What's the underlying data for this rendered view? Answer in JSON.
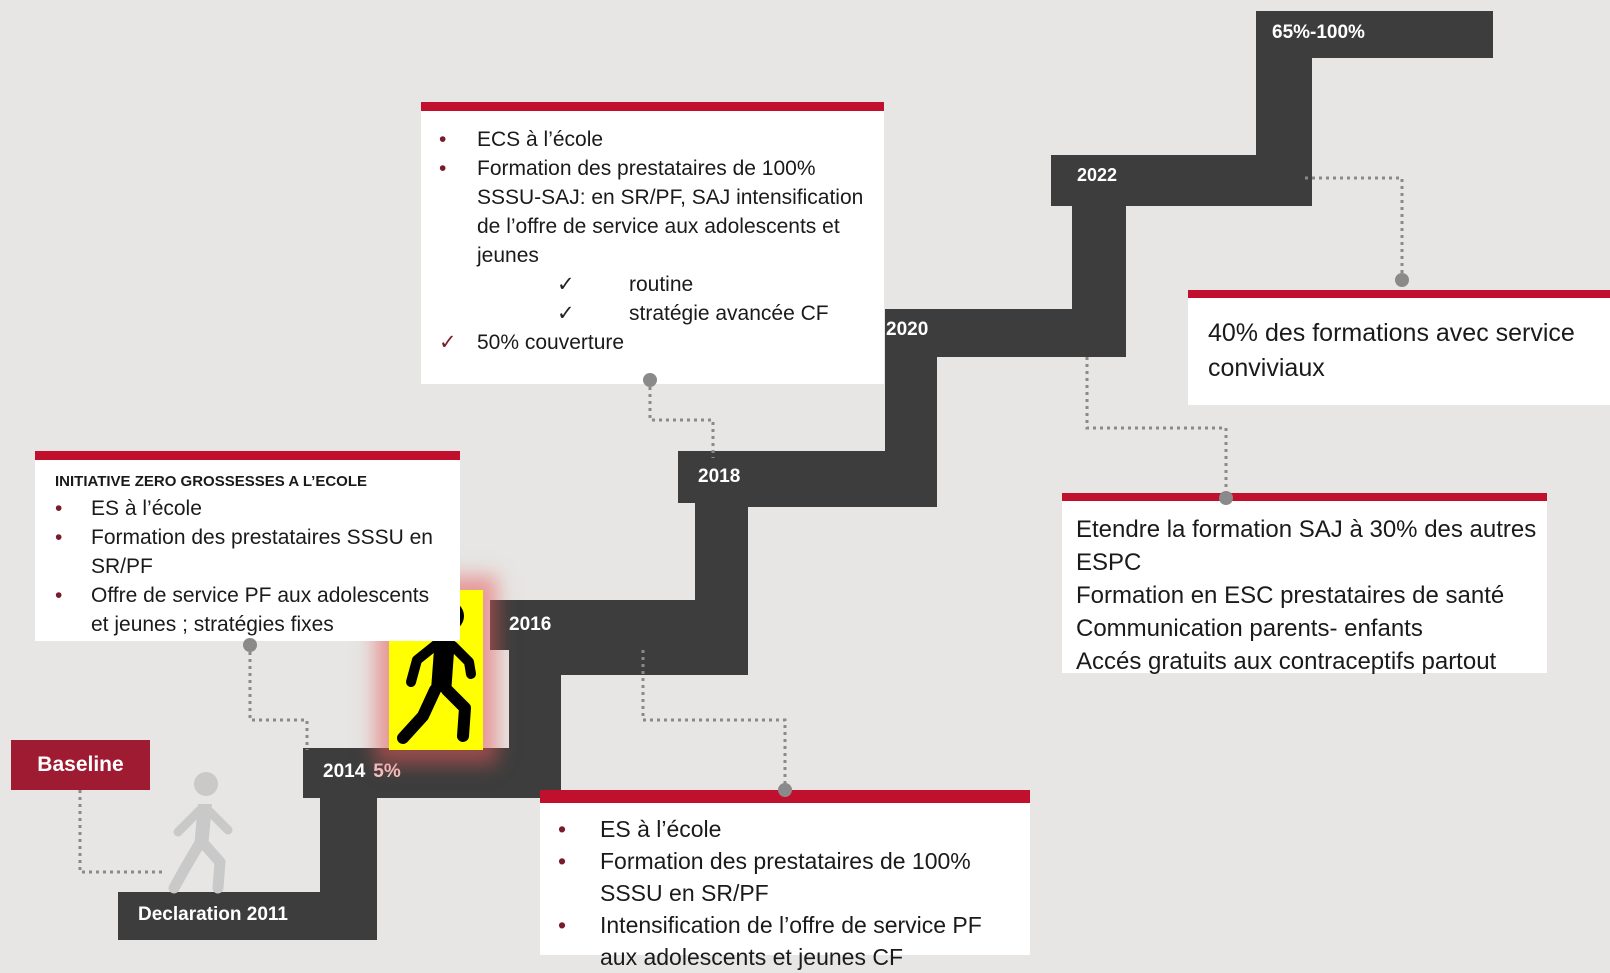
{
  "baseline": {
    "label": "Baseline"
  },
  "steps": [
    {
      "label": "Declaration  2011"
    },
    {
      "label": "2014",
      "pct": "5%"
    },
    {
      "label": "2016"
    },
    {
      "label": "2018"
    },
    {
      "label": "2020"
    },
    {
      "label": "2022"
    },
    {
      "label": "65%-100%"
    }
  ],
  "card_2014": {
    "title": "INITIATIVE ZERO  GROSSESSES A L’ECOLE",
    "items": [
      "ES à l’école",
      "Formation des prestataires  SSSU en SR/PF",
      "Offre de service PF aux adolescents et jeunes ; stratégies  fixes"
    ]
  },
  "card_2016": {
    "items": [
      "ES à l’école",
      "Formation  des prestataires  de 100% SSSU en SR/PF",
      " Intensification  de l’offre de service PF aux adolescents  et jeunes  CF"
    ]
  },
  "card_2018": {
    "items": [
      "ECS à l’école",
      "Formation des prestataires  de 100% SSSU-SAJ: en SR/PF, SAJ intensification de l’offre de service aux adolescents et jeunes"
    ],
    "sub_items": [
      "routine",
      "stratégie avancée  CF"
    ],
    "check_item": "50% couverture"
  },
  "card_2020": {
    "lines": [
      "Etendre la formation SAJ à 30% des  autres ESPC",
      "Formation en ESC prestataires de santé",
      "Communication parents- enfants",
      "Accés  gratuits aux contraceptifs  partout"
    ]
  },
  "card_2022": {
    "text": "40% des formations avec service conviviaux"
  },
  "colors": {
    "stair": "#3d3d3d",
    "accent": "#c0102e",
    "baseline": "#9e1b32",
    "highlight": "#ffff00"
  },
  "icons": [
    "walking-person-icon",
    "walking-person-faded-icon",
    "bullet-icon",
    "check-icon"
  ]
}
